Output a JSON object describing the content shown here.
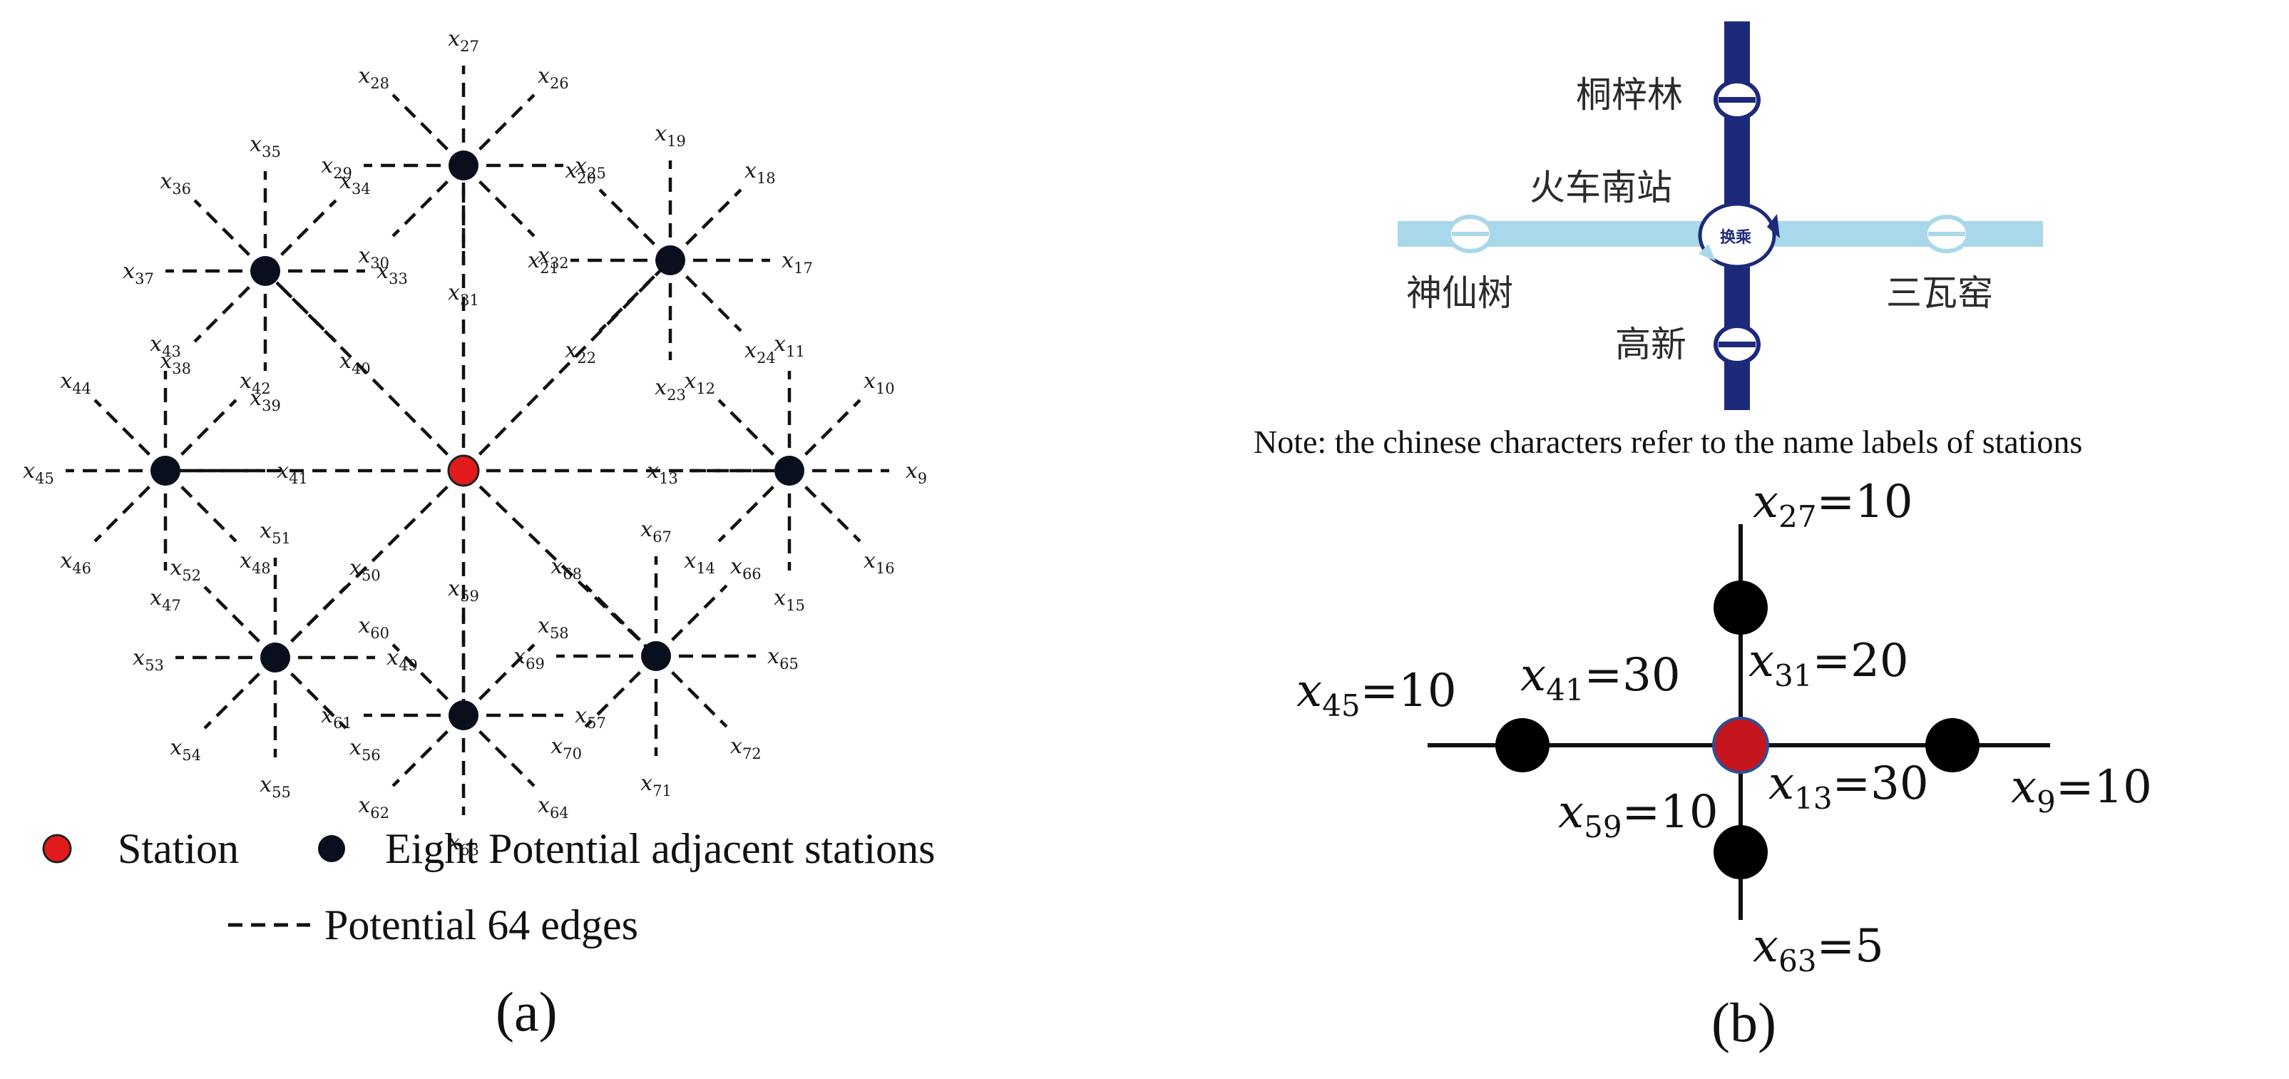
{
  "panel_a": {
    "caption": "(a)",
    "edge_var": "x",
    "edges": [
      {
        "label": "9",
        "sub": "9"
      },
      {
        "label": "10",
        "sub": "10"
      },
      {
        "label": "11",
        "sub": "11"
      },
      {
        "label": "12",
        "sub": "12"
      },
      {
        "label": "13",
        "sub": "13"
      },
      {
        "label": "14",
        "sub": "14"
      },
      {
        "label": "15",
        "sub": "15"
      },
      {
        "label": "16",
        "sub": "16"
      },
      {
        "label": "17",
        "sub": "17"
      },
      {
        "label": "18",
        "sub": "18"
      },
      {
        "label": "19",
        "sub": "19"
      },
      {
        "label": "20",
        "sub": "20"
      },
      {
        "label": "21",
        "sub": "21"
      },
      {
        "label": "22",
        "sub": "22"
      },
      {
        "label": "23",
        "sub": "23"
      },
      {
        "label": "24",
        "sub": "24"
      },
      {
        "label": "25",
        "sub": "25"
      },
      {
        "label": "26",
        "sub": "26"
      },
      {
        "label": "27",
        "sub": "27"
      },
      {
        "label": "28",
        "sub": "28"
      },
      {
        "label": "29",
        "sub": "29"
      },
      {
        "label": "30",
        "sub": "30"
      },
      {
        "label": "31",
        "sub": "31"
      },
      {
        "label": "32",
        "sub": "32"
      },
      {
        "label": "33",
        "sub": "33"
      },
      {
        "label": "34",
        "sub": "34"
      },
      {
        "label": "35",
        "sub": "35"
      },
      {
        "label": "36",
        "sub": "36"
      },
      {
        "label": "37",
        "sub": "37"
      },
      {
        "label": "38",
        "sub": "38"
      },
      {
        "label": "39",
        "sub": "39"
      },
      {
        "label": "40",
        "sub": "40"
      },
      {
        "label": "41",
        "sub": "41"
      },
      {
        "label": "42",
        "sub": "42"
      },
      {
        "label": "43",
        "sub": "43"
      },
      {
        "label": "44",
        "sub": "44"
      },
      {
        "label": "45",
        "sub": "45"
      },
      {
        "label": "46",
        "sub": "46"
      },
      {
        "label": "47",
        "sub": "47"
      },
      {
        "label": "48",
        "sub": "48"
      },
      {
        "label": "49",
        "sub": "49"
      },
      {
        "label": "50",
        "sub": "50"
      },
      {
        "label": "51",
        "sub": "51"
      },
      {
        "label": "52",
        "sub": "52"
      },
      {
        "label": "53",
        "sub": "53"
      },
      {
        "label": "54",
        "sub": "54"
      },
      {
        "label": "55",
        "sub": "55"
      },
      {
        "label": "56",
        "sub": "56"
      },
      {
        "label": "57",
        "sub": "57"
      },
      {
        "label": "58",
        "sub": "58"
      },
      {
        "label": "59",
        "sub": "59"
      },
      {
        "label": "60",
        "sub": "60"
      },
      {
        "label": "61",
        "sub": "61"
      },
      {
        "label": "62",
        "sub": "62"
      },
      {
        "label": "63",
        "sub": "63"
      },
      {
        "label": "64",
        "sub": "64"
      },
      {
        "label": "65",
        "sub": "65"
      },
      {
        "label": "66",
        "sub": "66"
      },
      {
        "label": "67",
        "sub": "67"
      },
      {
        "label": "68",
        "sub": "68"
      },
      {
        "label": "69",
        "sub": "69"
      },
      {
        "label": "70",
        "sub": "70"
      },
      {
        "label": "71",
        "sub": "71"
      },
      {
        "label": "72",
        "sub": "72"
      }
    ],
    "legend": {
      "station": "Station",
      "adjacent": "Eight Potential adjacent stations",
      "edges": "Potential 64 edges"
    },
    "colors": {
      "station": "#e31a1c",
      "adjacent": "#0a0f1e"
    }
  },
  "panel_b": {
    "caption": "(b)",
    "note": "Note: the chinese characters refer to the name labels of stations",
    "map": {
      "stations": {
        "north": "桐梓林",
        "center": "火车南站",
        "west": "神仙树",
        "south": "高新",
        "east": "三瓦窑"
      },
      "transfer": "换乘",
      "colors": {
        "line_vertical": "#1d2a7a",
        "line_horizontal": "#a9d8ea"
      }
    },
    "flows": [
      {
        "var": "x",
        "sub": "27",
        "value": "=10"
      },
      {
        "var": "x",
        "sub": "31",
        "value": "=20"
      },
      {
        "var": "x",
        "sub": "41",
        "value": "=30"
      },
      {
        "var": "x",
        "sub": "45",
        "value": "=10"
      },
      {
        "var": "x",
        "sub": "13",
        "value": "=30"
      },
      {
        "var": "x",
        "sub": "9",
        "value": "=10"
      },
      {
        "var": "x",
        "sub": "59",
        "value": "=10"
      },
      {
        "var": "x",
        "sub": "63",
        "value": "=5"
      }
    ]
  }
}
